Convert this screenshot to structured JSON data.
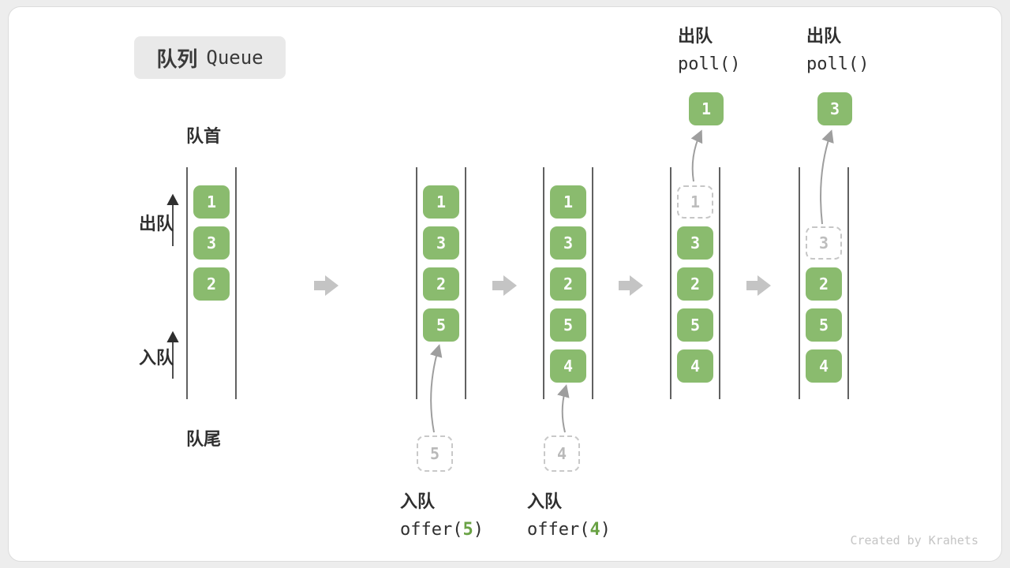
{
  "title": {
    "zh": "队列",
    "en": "Queue"
  },
  "side_labels": {
    "front": "队首",
    "rear": "队尾",
    "dequeue": "出队",
    "enqueue": "入队"
  },
  "colors": {
    "cell_green": "#8abb6e",
    "code_value_green": "#69a244",
    "step_arrow_gray": "#c4c4c4"
  },
  "queues": [
    {
      "cells": [
        {
          "value": "1",
          "slot": 0,
          "style": "solid"
        },
        {
          "value": "3",
          "slot": 1,
          "style": "solid"
        },
        {
          "value": "2",
          "slot": 2,
          "style": "solid"
        }
      ]
    },
    {
      "cells": [
        {
          "value": "1",
          "slot": 0,
          "style": "solid"
        },
        {
          "value": "3",
          "slot": 1,
          "style": "solid"
        },
        {
          "value": "2",
          "slot": 2,
          "style": "solid"
        },
        {
          "value": "5",
          "slot": 3,
          "style": "solid"
        }
      ],
      "operation": {
        "type": "enqueue",
        "label": "入队",
        "code_pre": "offer(",
        "code_value": "5",
        "code_post": ")",
        "ghost_value": "5"
      }
    },
    {
      "cells": [
        {
          "value": "1",
          "slot": 0,
          "style": "solid"
        },
        {
          "value": "3",
          "slot": 1,
          "style": "solid"
        },
        {
          "value": "2",
          "slot": 2,
          "style": "solid"
        },
        {
          "value": "5",
          "slot": 3,
          "style": "solid"
        },
        {
          "value": "4",
          "slot": 4,
          "style": "solid"
        }
      ],
      "operation": {
        "type": "enqueue",
        "label": "入队",
        "code_pre": "offer(",
        "code_value": "4",
        "code_post": ")",
        "ghost_value": "4"
      }
    },
    {
      "cells": [
        {
          "value": "1",
          "slot": 0,
          "style": "dashed"
        },
        {
          "value": "3",
          "slot": 1,
          "style": "solid"
        },
        {
          "value": "2",
          "slot": 2,
          "style": "solid"
        },
        {
          "value": "5",
          "slot": 3,
          "style": "solid"
        },
        {
          "value": "4",
          "slot": 4,
          "style": "solid"
        }
      ],
      "operation": {
        "type": "dequeue",
        "label": "出队",
        "code": "poll()",
        "result_value": "1"
      }
    },
    {
      "cells": [
        {
          "value": "3",
          "slot": 1,
          "style": "dashed"
        },
        {
          "value": "2",
          "slot": 2,
          "style": "solid"
        },
        {
          "value": "5",
          "slot": 3,
          "style": "solid"
        },
        {
          "value": "4",
          "slot": 4,
          "style": "solid"
        }
      ],
      "operation": {
        "type": "dequeue",
        "label": "出队",
        "code": "poll()",
        "result_value": "3"
      }
    }
  ],
  "watermark": "Created by Krahets"
}
